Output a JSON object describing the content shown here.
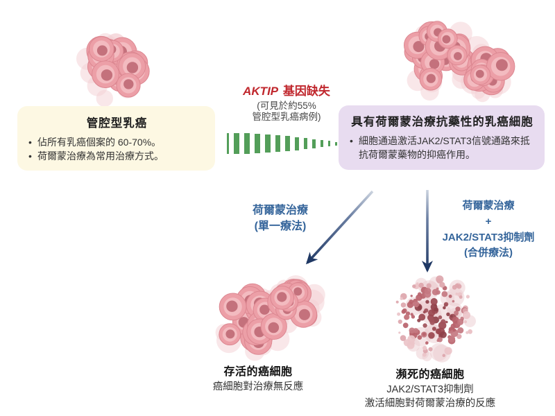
{
  "luminal_box": {
    "title": "管腔型乳癌",
    "bullets": [
      "佔所有乳癌個案的 60-70%。",
      "荷爾蒙治療為常用治療方式。"
    ]
  },
  "aktip_label": {
    "gene": "AKTIP",
    "loss": "基因缺失",
    "subtitle_line1": "(可見於約55%",
    "subtitle_line2": "管腔型乳癌病例)"
  },
  "resistant_box": {
    "title": "具有荷爾蒙治療抗藥性的乳癌細胞",
    "bullets": [
      "細胞通過激活JAK2/STAT3信號通路來抵抗荷爾蒙藥物的抑癌作用。"
    ]
  },
  "mono_label": {
    "line1": "荷爾蒙治療",
    "line2": "(單一療法)"
  },
  "combo_label": {
    "line1": "荷爾蒙治療",
    "line2": "+",
    "line3": "JAK2/STAT3抑制劑",
    "line4": "(合併療法)"
  },
  "surviving_caption": {
    "title": "存活的癌細胞",
    "line1": "癌細胞對治療無反應"
  },
  "dying_caption": {
    "title": "瀕死的癌細胞",
    "line1": "JAK2/STAT3抑制劑",
    "line2": "激活細胞對荷爾蒙治療的反應"
  },
  "colors": {
    "luminal_box_bg": "#FDF8E3",
    "resistant_box_bg": "#E8DCF0",
    "aktip_red": "#C0272D",
    "treatment_blue": "#35659B",
    "arrow_navy": "#1F3864",
    "gene_loss_green": "#539E59",
    "cell_pink": "#EC9FA7",
    "cell_cytoplasm": "#F3BBC0",
    "cell_nucleus": "#C4717C",
    "cell_halo": "#F4CFD4",
    "dying_cell_dark": "#9B4850"
  }
}
